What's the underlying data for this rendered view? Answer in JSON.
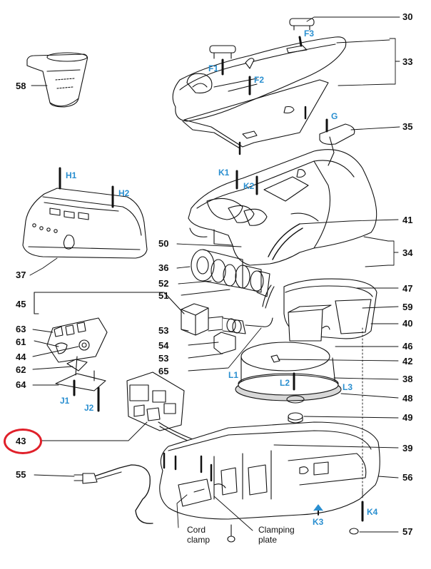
{
  "part_numbers": {
    "p30": "30",
    "p33": "33",
    "p58": "58",
    "p35": "35",
    "p37": "37",
    "p41": "41",
    "p50": "50",
    "p34": "34",
    "p36": "36",
    "p52": "52",
    "p51": "51",
    "p47": "47",
    "p45": "45",
    "p59": "59",
    "p63": "63",
    "p40": "40",
    "p53a": "53",
    "p61": "61",
    "p54": "54",
    "p46": "46",
    "p44": "44",
    "p53b": "53",
    "p42": "42",
    "p62": "62",
    "p65": "65",
    "p38": "38",
    "p64": "64",
    "p48": "48",
    "p49": "49",
    "p43": "43",
    "p39": "39",
    "p55": "55",
    "p56": "56",
    "p57": "57"
  },
  "ref_codes": {
    "F3": "F3",
    "F1": "F1",
    "F2": "F2",
    "G": "G",
    "K1": "K1",
    "K2": "K2",
    "H1": "H1",
    "H2": "H2",
    "L1": "L1",
    "L2": "L2",
    "L3": "L3",
    "J1": "J1",
    "J2": "J2",
    "K4": "K4",
    "K3": "K3"
  },
  "callouts": {
    "cord_clamp": "Cord clamp",
    "clamping_plate": "Clamping plate"
  },
  "highlight": {
    "part": "43",
    "color": "#e0202a"
  },
  "colors": {
    "line": "#111111",
    "ref_code": "#2a8fd0",
    "highlight": "#e0202a",
    "shade": "#d8d8d8"
  }
}
